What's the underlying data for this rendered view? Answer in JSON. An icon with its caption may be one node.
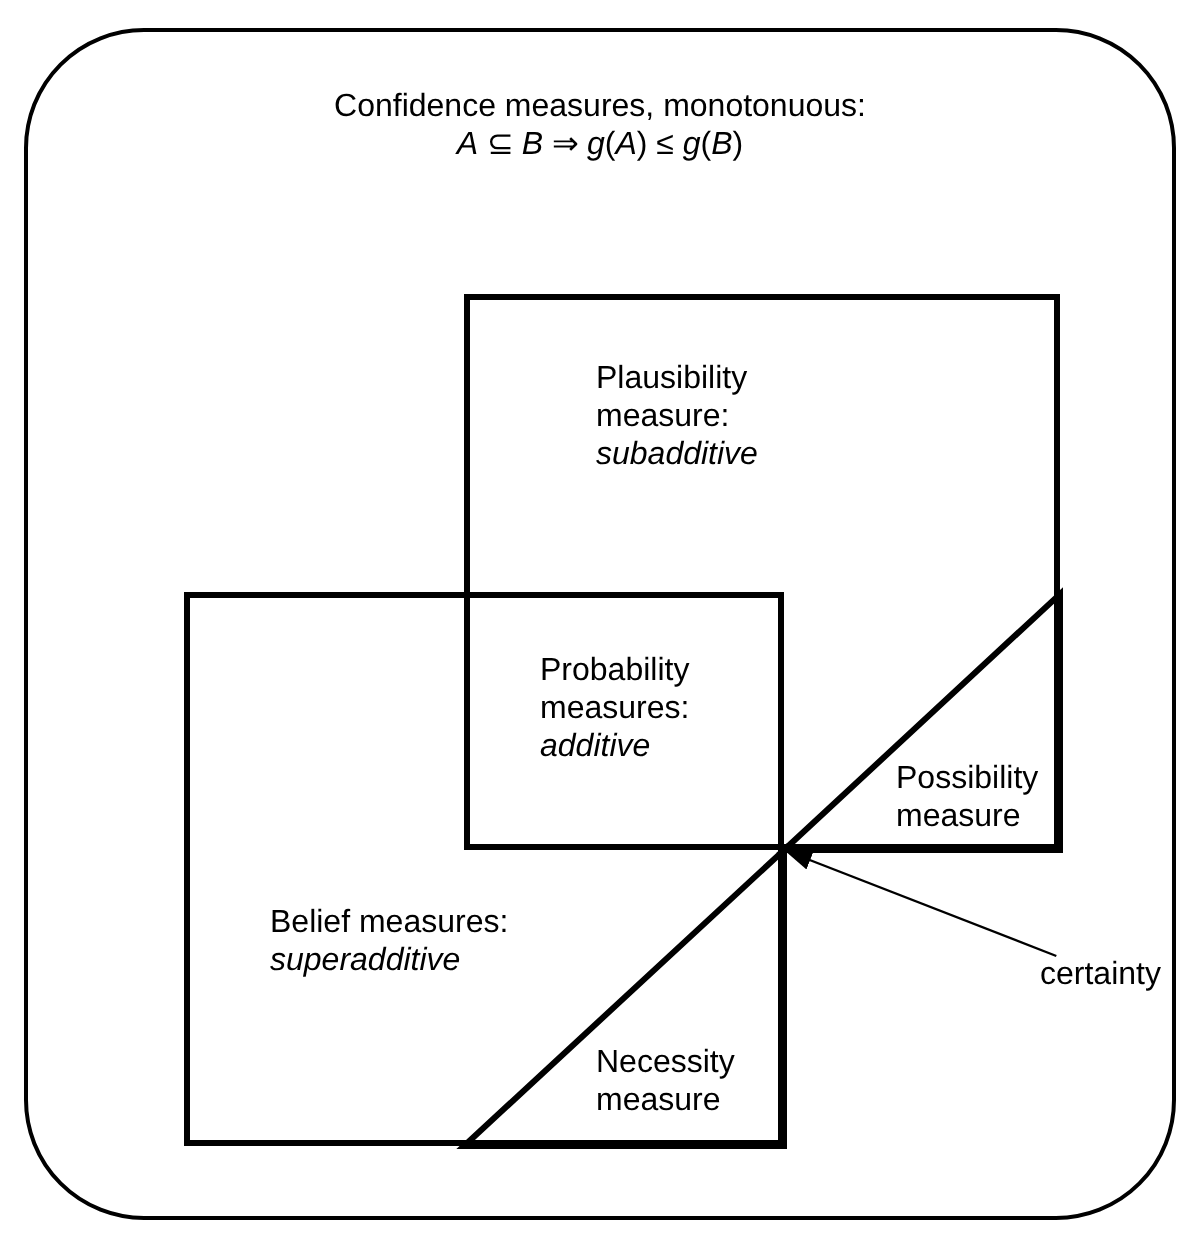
{
  "diagram": {
    "nodes": [
      {
        "text": [
          "Confidence measures, monotonuous: *A* ⊆ *B* ⇒ *g*(*A*) ≤ *g*(*B*)"
        ]
      },
      {
        "text": [
          "Plausibility measure: *subadditive*"
        ],
        "in": 0
      },
      {
        "text": [
          "Belief measures: *superadditive*"
        ],
        "in": 0
      },
      {
        "text": [
          "Probability measures: *additive*"
        ]
      },
      {
        "text": [
          "Possibility measure"
        ],
        "in": 1
      },
      {
        "text": [
          "Necessity measure"
        ],
        "in": 2
      },
      {
        "text": [
          "certainty"
        ],
        "in": 0
      }
    ],
    "edges": [
      {
        "from": 6,
        "to": 4,
        "arrow": "to"
      }
    ]
  }
}
